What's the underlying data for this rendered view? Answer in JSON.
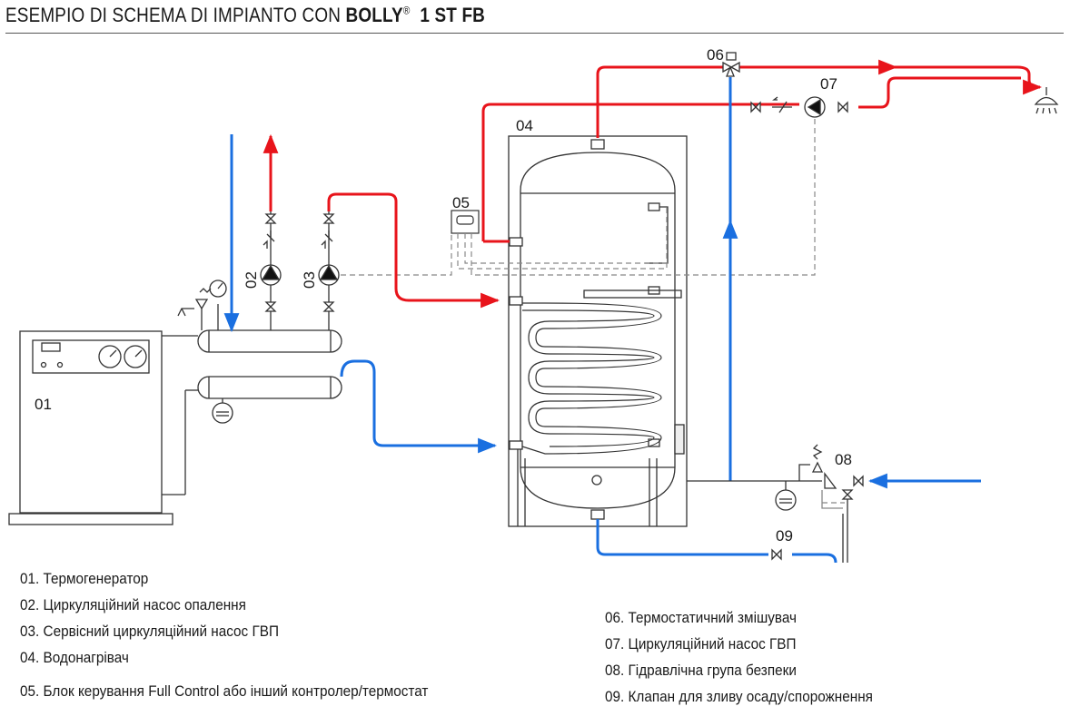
{
  "title": {
    "prefix": "ESEMPIO DI SCHEMA DI IMPIANTO CON ",
    "brand": "BOLLY",
    "registered": "®",
    "model": "1 ST FB"
  },
  "labels": {
    "c01": "01",
    "c02": "02",
    "c03": "03",
    "c04": "04",
    "c05": "05",
    "c06": "06",
    "c07": "07",
    "c08": "08",
    "c09": "09"
  },
  "legend": {
    "left": [
      "01. Термогенератор",
      "02. Циркуляційний насос опалення",
      "03. Сервісний циркуляційний насос ГВП",
      "04. Водонагрівач",
      "05. Блок керування Full Control або інший контролер/термостат"
    ],
    "right": [
      "06. Термостатичний змішувач",
      "07. Циркуляційний насос ГВП",
      "08. Гідравлічна група безпеки",
      "09. Клапан для зливу осаду/спорожнення"
    ]
  },
  "icons": [
    "boiler-icon",
    "pump-icon",
    "valve-icon",
    "check-valve-icon",
    "mixing-valve-icon",
    "safety-valve-icon",
    "expansion-vessel-icon",
    "pressure-gauge-icon",
    "shower-head-icon",
    "controller-icon"
  ],
  "colors": {
    "hot": "#e8141b",
    "cold": "#1a6fe0",
    "line": "#333333",
    "signal": "#888888"
  }
}
